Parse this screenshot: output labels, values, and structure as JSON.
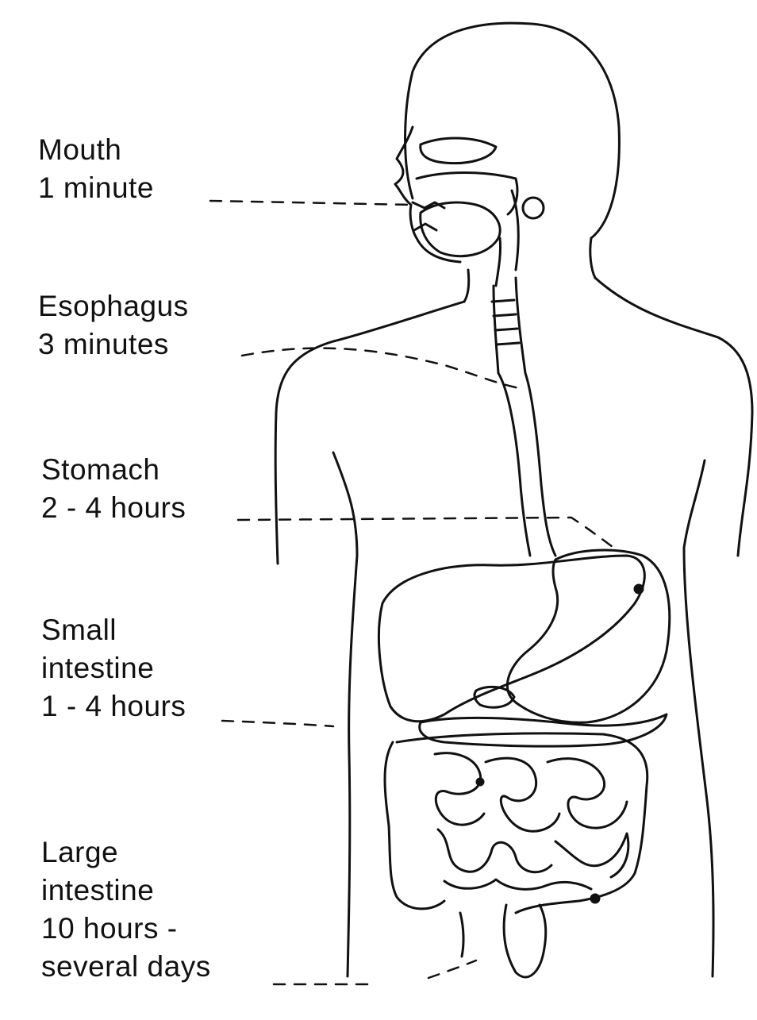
{
  "labels": {
    "mouth": {
      "name": "Mouth",
      "time": "1 minute"
    },
    "esophagus": {
      "name": "Esophagus",
      "time": "3 minutes"
    },
    "stomach": {
      "name": "Stomach",
      "time": "2 - 4 hours"
    },
    "small_intestine": {
      "name_line1": "Small",
      "name_line2": "intestine",
      "time": "1 - 4 hours"
    },
    "large_intestine": {
      "name_line1": "Large",
      "name_line2": "intestine",
      "time_line1": "10 hours -",
      "time_line2": "several days"
    }
  },
  "colors": {
    "ink": "#111111",
    "background": "#ffffff"
  }
}
